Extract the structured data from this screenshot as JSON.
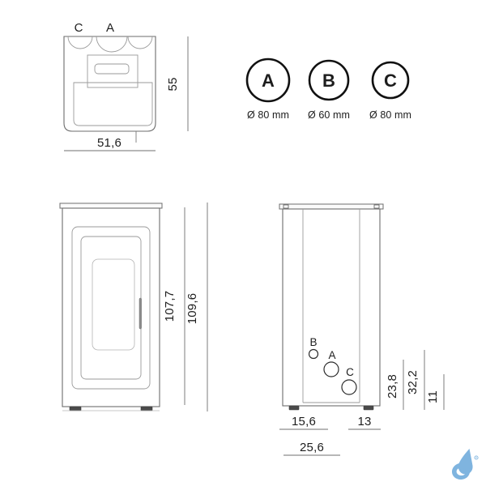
{
  "page": {
    "title": "Stove dimension drawing",
    "background_color": "#ffffff",
    "line_color": "#6d6d6d",
    "text_color": "#1d1d1d"
  },
  "top_view": {
    "name": "top-view",
    "port_labels": [
      {
        "id": "C",
        "text": "C"
      },
      {
        "id": "A",
        "text": "A"
      }
    ],
    "width_dimension": {
      "value": "51,6",
      "orientation": "horizontal"
    },
    "depth_dimension": {
      "value": "55",
      "orientation": "vertical"
    }
  },
  "legend": {
    "name": "port-legend",
    "items": [
      {
        "letter": "A",
        "diameter": "Ø 80 mm"
      },
      {
        "letter": "B",
        "diameter": "Ø 60 mm"
      },
      {
        "letter": "C",
        "diameter": "Ø 80 mm"
      }
    ]
  },
  "front_view": {
    "name": "front-view",
    "height_dimensions": [
      {
        "value": "107,7",
        "orientation": "vertical"
      },
      {
        "value": "109,6",
        "orientation": "vertical"
      }
    ]
  },
  "side_view": {
    "name": "side-view",
    "hole_labels": [
      {
        "id": "B",
        "text": "B",
        "diameter_mm": 60
      },
      {
        "id": "A",
        "text": "A",
        "diameter_mm": 80
      },
      {
        "id": "C",
        "text": "C",
        "diameter_mm": 80
      }
    ],
    "width_dimensions": [
      {
        "value": "15,6",
        "orientation": "horizontal"
      },
      {
        "value": "13",
        "orientation": "horizontal"
      },
      {
        "value": "25,6",
        "orientation": "horizontal"
      }
    ],
    "height_dimensions": [
      {
        "value": "23,8",
        "orientation": "vertical"
      },
      {
        "value": "32,2",
        "orientation": "vertical"
      },
      {
        "value": "11",
        "orientation": "vertical"
      }
    ]
  },
  "watermark": {
    "name": "brand-logo",
    "icon": "water-drop-logo",
    "color": "#7fb4df"
  }
}
